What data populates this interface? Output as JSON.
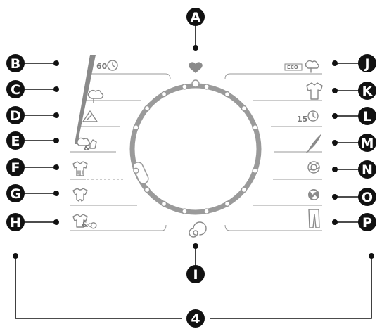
{
  "diagram": {
    "callouts": {
      "A": "A",
      "B": "B",
      "C": "C",
      "D": "D",
      "E": "E",
      "F": "F",
      "G": "G",
      "H": "H",
      "I": "I",
      "J": "J",
      "K": "K",
      "L": "L",
      "M": "M",
      "N": "N",
      "O": "O",
      "P": "P"
    },
    "bracket_label": "4",
    "program_texts": {
      "temp_60": "60",
      "quick_15": "15",
      "eco": "ECO"
    },
    "icons": {
      "A": "heart-icon",
      "B": "clock-60-icon",
      "C": "cotton-icon",
      "D": "triangle-icon",
      "E": "mixed-fabric-icon",
      "F": "shirt-dashed-icon",
      "G": "baby-clothes-icon",
      "H": "shirt-spiral-icon",
      "I": "spiral-icon",
      "J": "eco-cotton-icon",
      "K": "shirt-icon",
      "L": "clock-15-icon",
      "M": "feather-icon",
      "N": "wool-icon",
      "O": "spin-icon",
      "P": "jeans-icon"
    },
    "colors": {
      "badge": "#111111",
      "dial": "#9a9a9a",
      "icon": "#8a8a8a"
    }
  }
}
